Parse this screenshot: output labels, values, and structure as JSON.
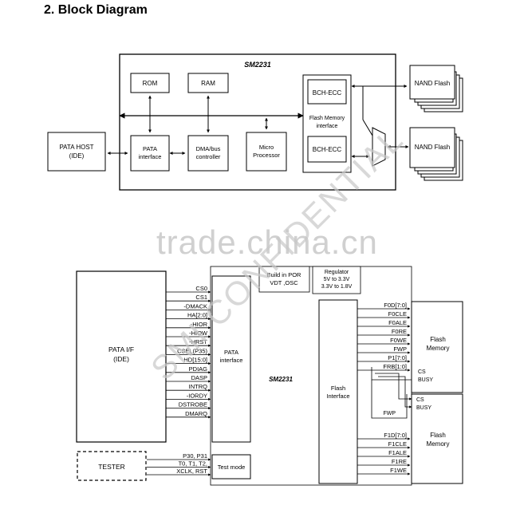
{
  "heading": "2. Block Diagram",
  "top_diagram": {
    "chip_title": "SM2231",
    "host": [
      "PATA HOST",
      "(IDE)"
    ],
    "rom": "ROM",
    "ram": "RAM",
    "pata_if": [
      "PATA",
      "interface"
    ],
    "dma": [
      "DMA/bus",
      "controller"
    ],
    "micro": [
      "Micro",
      "Processor"
    ],
    "flash_if": [
      "Flash Memory",
      "interface"
    ],
    "bch_top": "BCH-ECC",
    "bch_bottom": "BCH-ECC",
    "nand_top": "NAND Flash",
    "nand_bottom": "NAND Flash"
  },
  "bottom_diagram": {
    "chip_title": "SM2231",
    "pata_host": [
      "PATA I/F",
      "(IDE)"
    ],
    "pata_interface": [
      "PATA",
      "interface"
    ],
    "por_box": [
      "Build in POR",
      "VDT ,OSC"
    ],
    "regulator_box": [
      "Regulator",
      "5V to 3.3V",
      "3.3V to 1.8V"
    ],
    "flash_interface": [
      "Flash",
      "Interface"
    ],
    "tester": "TESTER",
    "test_mode": "Test mode",
    "pata_signals": [
      "CS0",
      "CS1",
      "-DMACK",
      "HA[2:0]",
      "-HIOR",
      "-HIOW",
      "-HRST",
      "CSEL(P35)",
      "HD[15:0]",
      "PDIAG",
      "DASP",
      "INTRQ",
      "-IORDY",
      "DSTROBE",
      "DMARQ"
    ],
    "test_signals": [
      "P30, P31",
      "T0, T1, T2,",
      "XCLK, RST"
    ],
    "flash0_signals": [
      "F0D[7:0]",
      "F0CLE",
      "F0ALE",
      "F0RE",
      "F0WE",
      "FWP",
      "P1[7:0]",
      "FRB[1:0]"
    ],
    "fwp_lower": "FWP",
    "flash1_signals": [
      "F1D[7:0]",
      "F1CLE",
      "F1ALE",
      "F1RE",
      "F1WE"
    ],
    "flash_memory_top": [
      "Flash",
      "Memory"
    ],
    "flash_memory_bottom": [
      "Flash",
      "Memory"
    ],
    "cs_busy_top": [
      "CS",
      "BUSY"
    ],
    "cs_busy_bottom": [
      "CS",
      "BUSY"
    ]
  },
  "watermarks": {
    "main": "trade.china.cn",
    "diagonal": "SMI CONFIDENTIAL"
  }
}
